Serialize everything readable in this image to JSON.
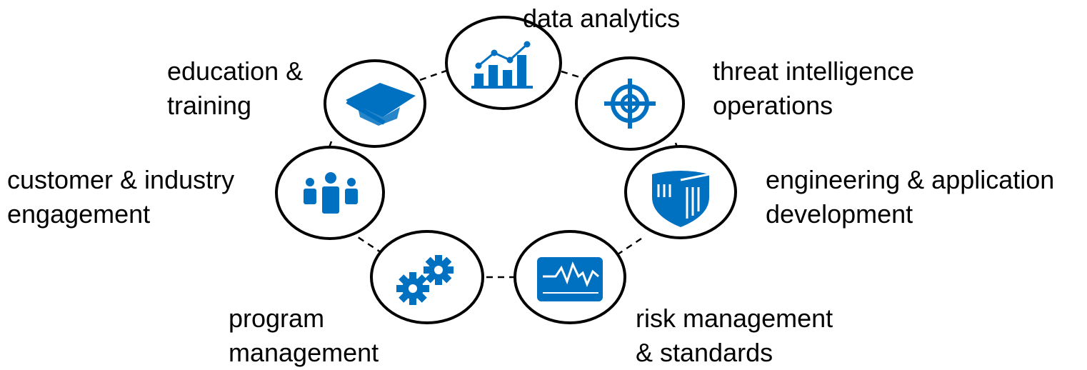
{
  "diagram": {
    "accent_color": "#0070c0",
    "nodes": [
      {
        "id": "data-analytics",
        "icon": "bar-chart-icon",
        "lines": [
          "data analytics"
        ]
      },
      {
        "id": "threat-intelligence",
        "icon": "target-crosshair-icon",
        "lines": [
          "threat intelligence",
          "operations"
        ]
      },
      {
        "id": "engineering",
        "icon": "shield-icon",
        "lines": [
          "engineering & application",
          "development"
        ]
      },
      {
        "id": "risk-management",
        "icon": "monitor-waveform-icon",
        "lines": [
          "risk management",
          "& standards"
        ]
      },
      {
        "id": "program-management",
        "icon": "gears-icon",
        "lines": [
          "program",
          "management"
        ]
      },
      {
        "id": "customer-engagement",
        "icon": "people-icon",
        "lines": [
          "customer & industry",
          "engagement"
        ]
      },
      {
        "id": "education",
        "icon": "mortarboard-icon",
        "lines": [
          "education &",
          "training"
        ]
      }
    ]
  }
}
